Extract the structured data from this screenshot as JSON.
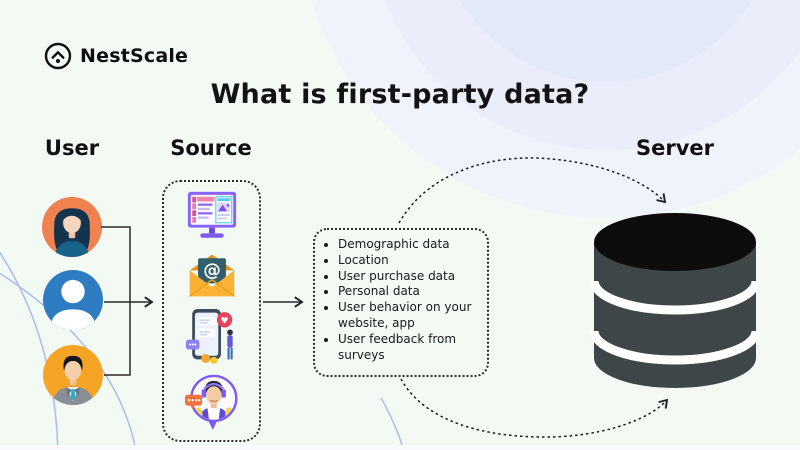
{
  "brand": {
    "name": "NestScale",
    "logo_icon": "circle-up-arrow-icon"
  },
  "title": "What is first-party data?",
  "columns": {
    "user": "User",
    "source": "Source",
    "server": "Server"
  },
  "data_list": {
    "items": [
      "Demographic data",
      "Location",
      "User purchase data",
      "Personal data",
      "User behavior on your website, app",
      "User feedback from surveys"
    ]
  },
  "source_icons": [
    {
      "name": "website-analytics-monitor-icon"
    },
    {
      "name": "email-icon"
    },
    {
      "name": "mobile-app-icon"
    },
    {
      "name": "customer-support-survey-icon"
    }
  ],
  "users": [
    {
      "name": "woman-avatar",
      "bg": "#F0824F"
    },
    {
      "name": "generic-user-avatar",
      "bg": "#2E7CC1"
    },
    {
      "name": "businessman-avatar",
      "bg": "#F6A426"
    }
  ],
  "server": {
    "icon": "database-icon",
    "top_color": "#0D0D0D",
    "body_color": "#3E4647"
  },
  "colors": {
    "background": "#F3F9F3",
    "text": "#161616",
    "ripple_lavender": "#E4E9F8",
    "arc_blue": "#A8BCF3",
    "dotted_line": "#1C1C1C"
  }
}
